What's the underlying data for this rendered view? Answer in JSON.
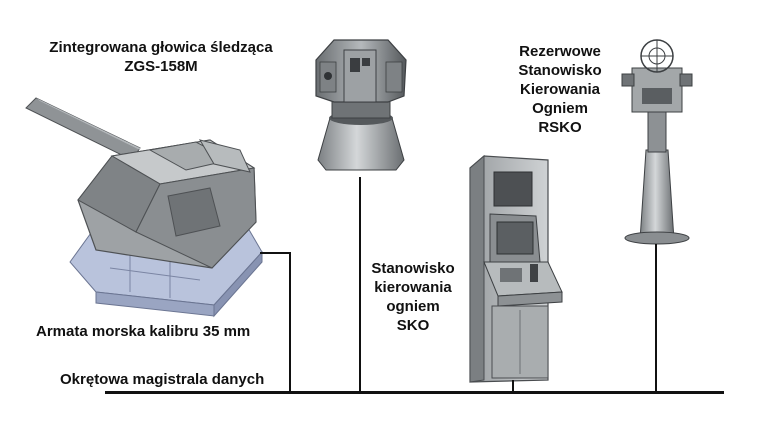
{
  "labels": {
    "tracking_head": [
      "Zintegrowana głowica śledząca",
      "ZGS-158M"
    ],
    "gun": "Armata morska kalibru 35 mm",
    "databus": "Okrętowa magistrala danych",
    "sko": [
      "Stanowisko",
      "kierowania",
      "ogniem",
      "SKO"
    ],
    "rsko": [
      "Rezerwowe",
      "Stanowisko",
      "Kierowania",
      "Ogniem",
      "RSKO"
    ]
  },
  "colors": {
    "line": "#111111",
    "metal_dark": "#5a5d60",
    "metal_mid": "#8d9194",
    "metal_light": "#c7cacc",
    "base_blue": "#b9c3dc"
  }
}
